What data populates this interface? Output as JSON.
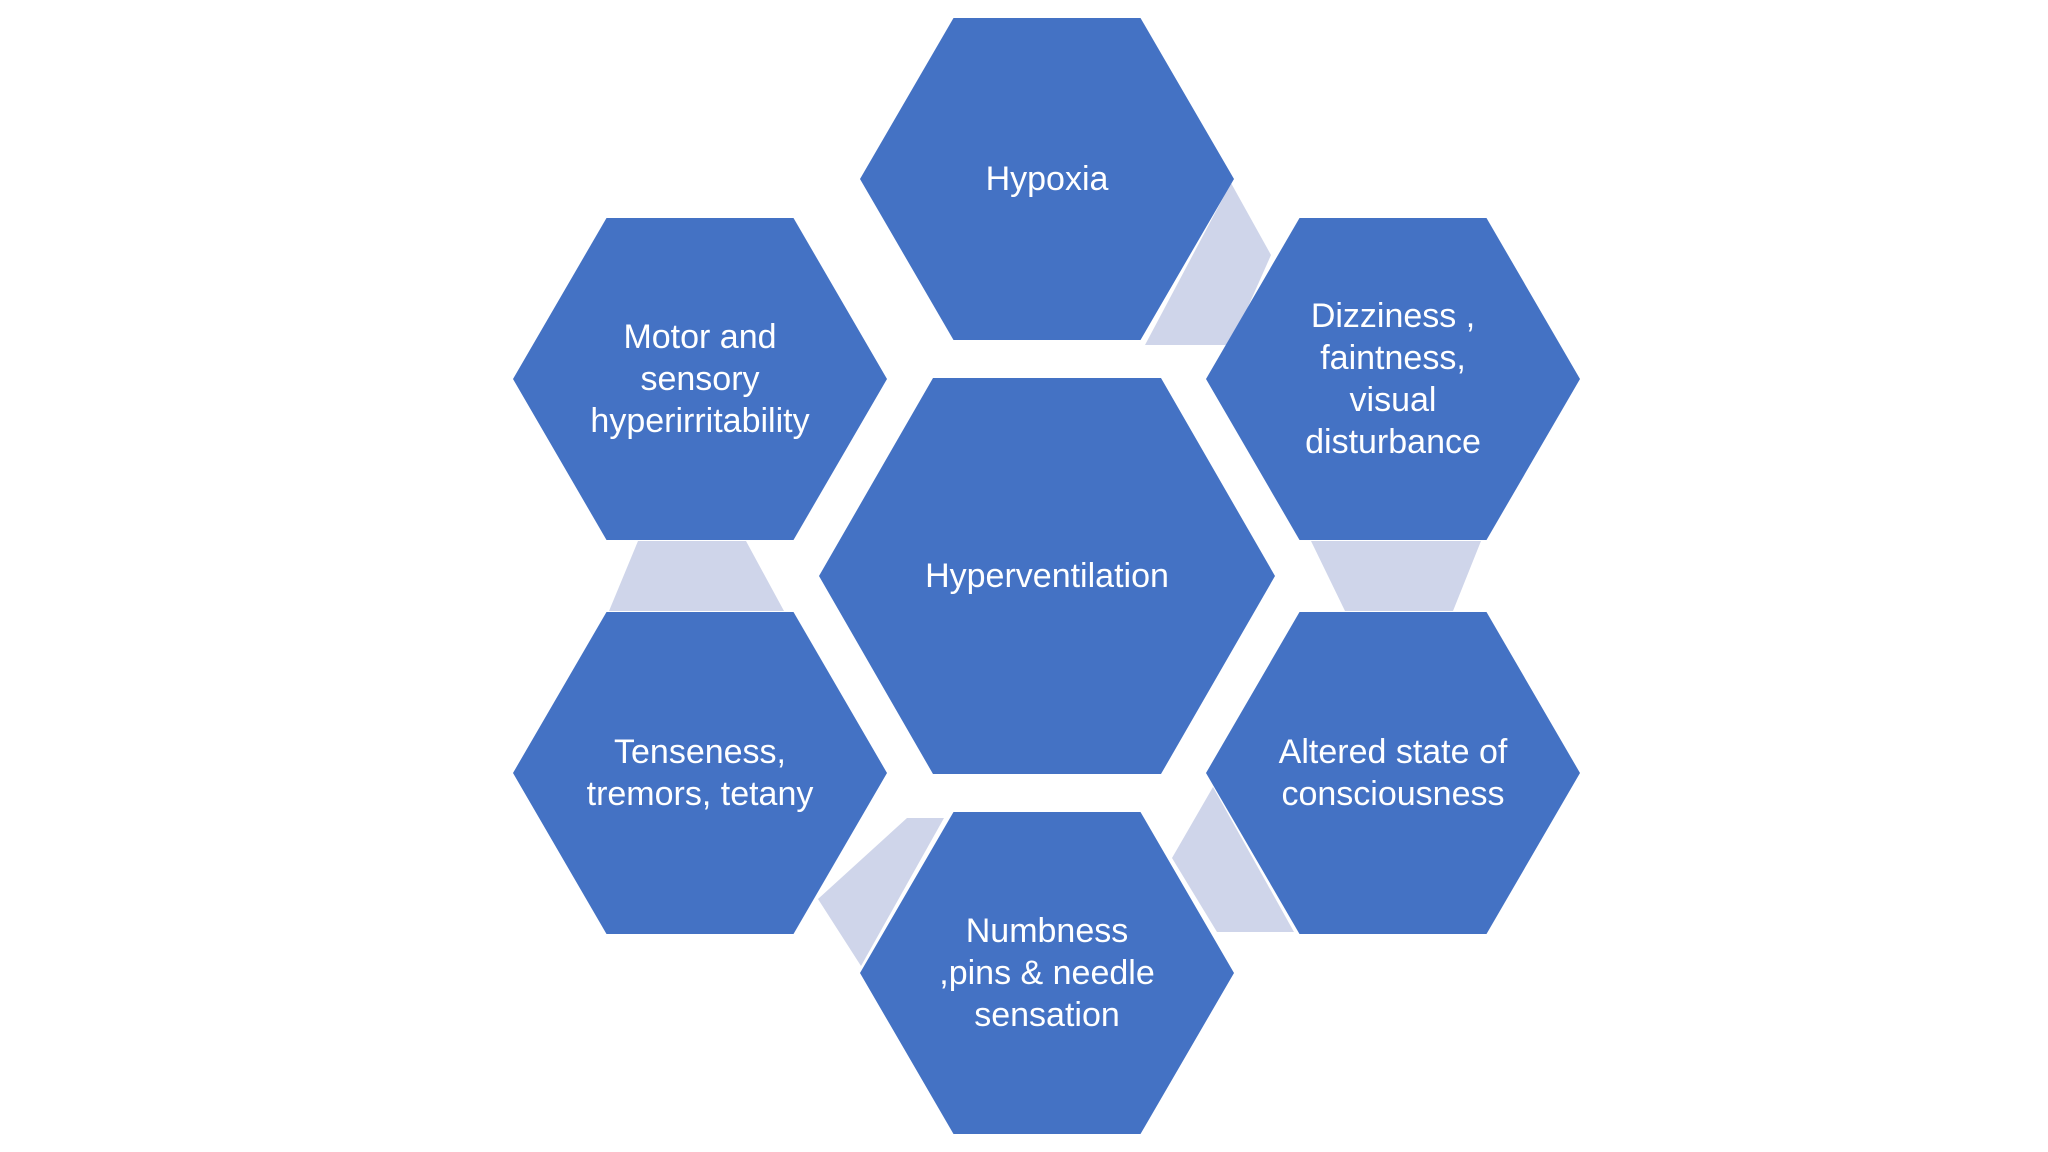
{
  "colors": {
    "hexagon_fill": "#4472C4",
    "connector_fill": "#CFD5EA",
    "text": "#FFFFFF",
    "background": "#FFFFFF"
  },
  "center": {
    "label": [
      "Hyperventilation"
    ]
  },
  "nodes": [
    {
      "id": "hypoxia",
      "label": [
        "Hypoxia"
      ]
    },
    {
      "id": "dizziness",
      "label": [
        "Dizziness ,",
        "faintness,",
        "visual",
        "disturbance"
      ]
    },
    {
      "id": "altered",
      "label": [
        "Altered state of",
        "consciousness"
      ]
    },
    {
      "id": "numbness",
      "label": [
        "Numbness",
        ",pins & needle",
        "sensation"
      ]
    },
    {
      "id": "tenseness",
      "label": [
        "Tenseness,",
        "tremors, tetany"
      ]
    },
    {
      "id": "motor",
      "label": [
        "Motor and",
        "sensory",
        "hyperirritability"
      ]
    }
  ]
}
